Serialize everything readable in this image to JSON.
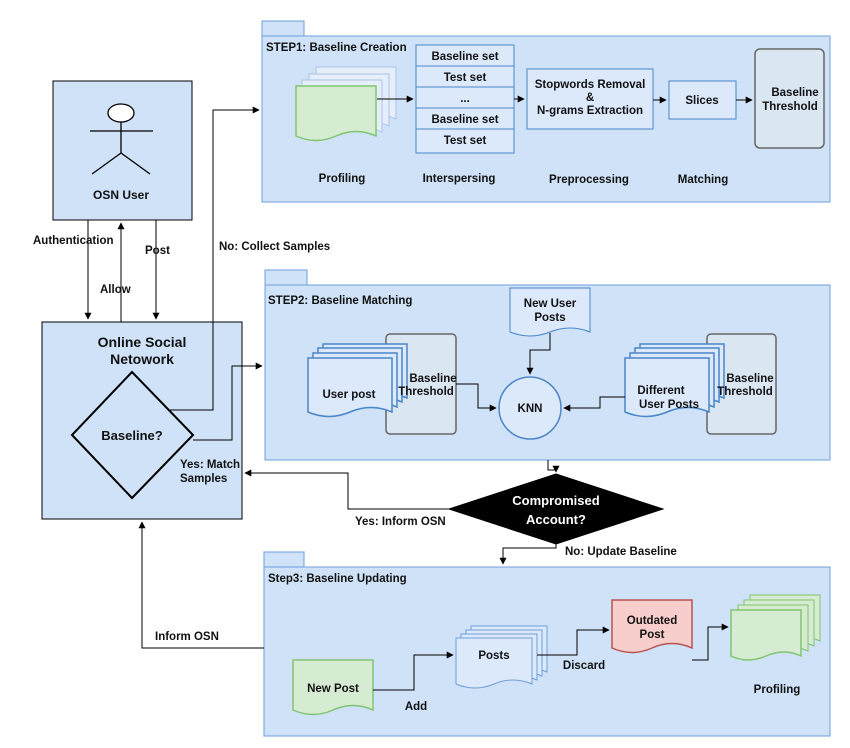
{
  "colors": {
    "panel_fill": "#cfe2f7",
    "panel_stroke": "#6f9fd8",
    "doc_fill": "#dbe9fb",
    "doc_stroke": "#4a86c8",
    "green_fill": "#d6ecd2",
    "green_stroke": "#82c36f",
    "red_fill": "#f8cecc",
    "red_stroke": "#b85450",
    "gray_fill": "#dbe6f3",
    "gray_stroke": "#666666",
    "decision_fill": "#000000",
    "line": "#000000"
  },
  "actor": {
    "label": "OSN User",
    "icon": "stick-figure-icon"
  },
  "osn": {
    "title_line1": "Online Social",
    "title_line2": "Netowork",
    "decision": "Baseline?"
  },
  "step1": {
    "title": "STEP1: Baseline Creation",
    "sets": [
      "Baseline set",
      "Test set",
      "...",
      "Baseline set",
      "Test set"
    ],
    "preprocess_line1": "Stopwords Removal",
    "preprocess_line2": "&",
    "preprocess_line3": "N-grams Extraction",
    "slices": "Slices",
    "threshold_line1": "Baseline",
    "threshold_line2": "Threshold",
    "captions": {
      "profiling": "Profiling",
      "interspersing": "Interspersing",
      "preprocessing": "Preprocessing",
      "matching": "Matching"
    }
  },
  "step2": {
    "title": "STEP2: Baseline Matching",
    "new_posts_line1": "New User",
    "new_posts_line2": "Posts",
    "user_post": "User post",
    "threshold_line1": "Baseline",
    "threshold_line2": "Threshold",
    "knn": "KNN",
    "different_line1": "Different",
    "different_line2": "User Posts"
  },
  "compromised": {
    "line1": "Compromised",
    "line2": "Account?"
  },
  "step3": {
    "title": "Step3: Baseline Updating",
    "new_post": "New Post",
    "posts": "Posts",
    "outdated_line1": "Outdated",
    "outdated_line2": "Post",
    "profiling": "Profiling"
  },
  "edges": {
    "authentication": "Authentication",
    "allow": "Allow",
    "post": "Post",
    "no_collect": "No: Collect Samples",
    "yes_match_line1": "Yes: Match",
    "yes_match_line2": "Samples",
    "yes_inform": "Yes: Inform OSN",
    "no_update": "No: Update Baseline",
    "inform_osn": "Inform OSN",
    "add": "Add",
    "discard": "Discard"
  }
}
